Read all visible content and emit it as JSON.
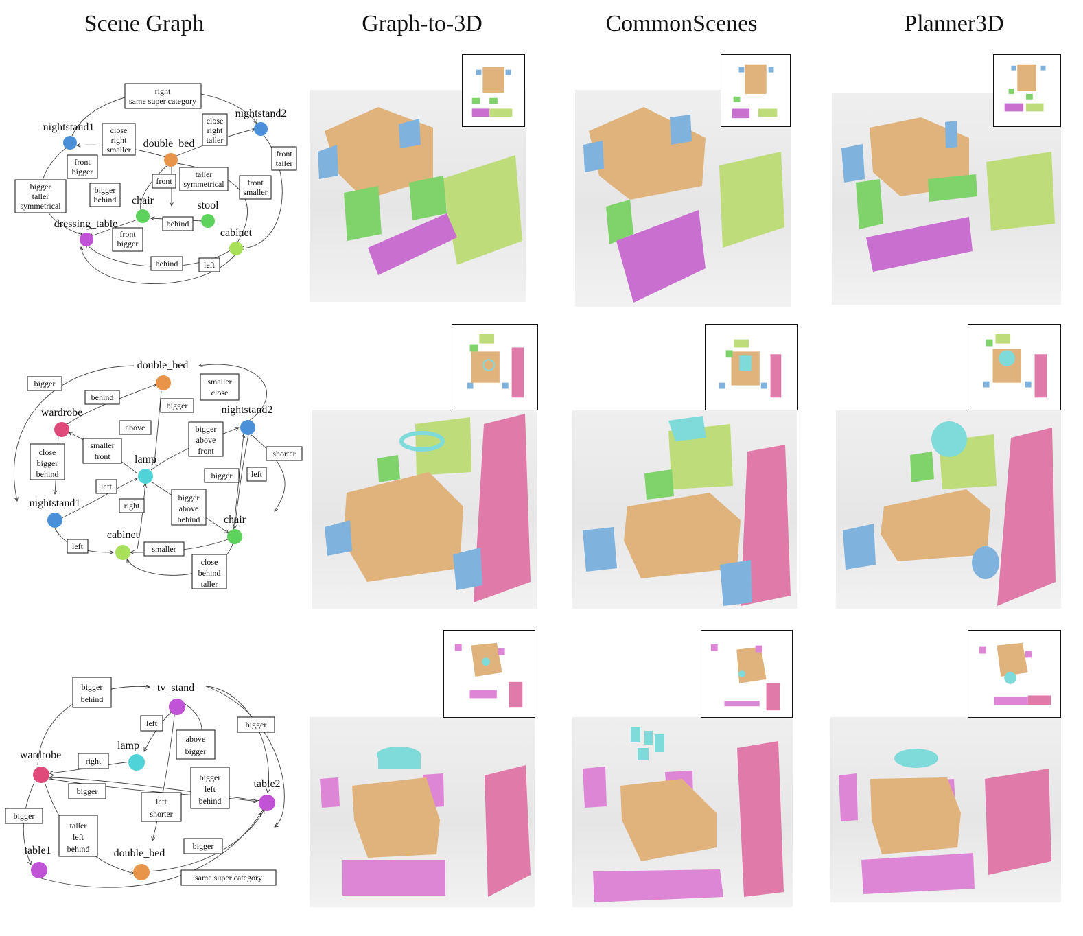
{
  "headers": {
    "scene_graph": "Scene Graph",
    "graph_to_3d": "Graph-to-3D",
    "commonscenes": "CommonScenes",
    "planner3d": "Planner3D"
  },
  "rows": [
    {
      "nodes": [
        {
          "id": "nightstand1",
          "label": "nightstand1",
          "color": "#4a90d9"
        },
        {
          "id": "double_bed",
          "label": "double_bed",
          "color": "#e8954a"
        },
        {
          "id": "nightstand2",
          "label": "nightstand2",
          "color": "#4a90d9"
        },
        {
          "id": "chair",
          "label": "chair",
          "color": "#5dd35d"
        },
        {
          "id": "stool",
          "label": "stool",
          "color": "#5dd35d"
        },
        {
          "id": "dressing_table",
          "label": "dressing_table",
          "color": "#c153d6"
        },
        {
          "id": "cabinet",
          "label": "cabinet",
          "color": "#a8e05a"
        }
      ],
      "edge_labels": [
        [
          "right",
          "same super category"
        ],
        [
          "close",
          "right",
          "smaller"
        ],
        [
          "close",
          "right",
          "taller"
        ],
        [
          "front",
          "taller"
        ],
        [
          "front",
          "bigger"
        ],
        [
          "bigger",
          "behind"
        ],
        [
          "front"
        ],
        [
          "taller",
          "symmetrical"
        ],
        [
          "front",
          "smaller"
        ],
        [
          "bigger",
          "taller",
          "symmetrical"
        ],
        [
          "behind"
        ],
        [
          "front",
          "bigger"
        ],
        [
          "behind"
        ],
        [
          "left"
        ]
      ]
    },
    {
      "nodes": [
        {
          "id": "double_bed",
          "label": "double_bed",
          "color": "#e8954a"
        },
        {
          "id": "wardrobe",
          "label": "wardrobe",
          "color": "#e04a7a"
        },
        {
          "id": "nightstand2",
          "label": "nightstand2",
          "color": "#4a90d9"
        },
        {
          "id": "lamp",
          "label": "lamp",
          "color": "#4fd3d8"
        },
        {
          "id": "nightstand1",
          "label": "nightstand1",
          "color": "#4a90d9"
        },
        {
          "id": "cabinet",
          "label": "cabinet",
          "color": "#a8e05a"
        },
        {
          "id": "chair",
          "label": "chair",
          "color": "#5dd35d"
        }
      ],
      "edge_labels": [
        [
          "bigger"
        ],
        [
          "behind"
        ],
        [
          "smaller",
          "close"
        ],
        [
          "bigger"
        ],
        [
          "above"
        ],
        [
          "bigger",
          "above",
          "front"
        ],
        [
          "shorter"
        ],
        [
          "close",
          "bigger",
          "behind"
        ],
        [
          "smaller",
          "front"
        ],
        [
          "bigger"
        ],
        [
          "left"
        ],
        [
          "left"
        ],
        [
          "right"
        ],
        [
          "bigger",
          "above",
          "behind"
        ],
        [
          "left"
        ],
        [
          "smaller"
        ],
        [
          "close",
          "behind",
          "taller"
        ]
      ]
    },
    {
      "nodes": [
        {
          "id": "tv_stand",
          "label": "tv_stand",
          "color": "#c153d6"
        },
        {
          "id": "lamp",
          "label": "lamp",
          "color": "#4fd3d8"
        },
        {
          "id": "wardrobe",
          "label": "wardrobe",
          "color": "#e04a7a"
        },
        {
          "id": "table2",
          "label": "table2",
          "color": "#c153d6"
        },
        {
          "id": "table1",
          "label": "table1",
          "color": "#c153d6"
        },
        {
          "id": "double_bed",
          "label": "double_bed",
          "color": "#e8954a"
        }
      ],
      "edge_labels": [
        [
          "bigger",
          "behind"
        ],
        [
          "left"
        ],
        [
          "above",
          "bigger"
        ],
        [
          "bigger"
        ],
        [
          "right"
        ],
        [
          "bigger",
          "left",
          "behind"
        ],
        [
          "bigger"
        ],
        [
          "left",
          "shorter"
        ],
        [
          "bigger"
        ],
        [
          "taller",
          "left",
          "behind"
        ],
        [
          "bigger"
        ],
        [
          "same super category"
        ]
      ]
    }
  ],
  "colors": {
    "bed": "#e0b27c",
    "nightstand": "#7fb2dc",
    "chair": "#7fd36a",
    "dressing_table": "#c96fd0",
    "cabinet": "#bfdc7a",
    "wardrobe": "#e07aa8",
    "lamp": "#7fdada",
    "tv_stand": "#de86d6"
  }
}
